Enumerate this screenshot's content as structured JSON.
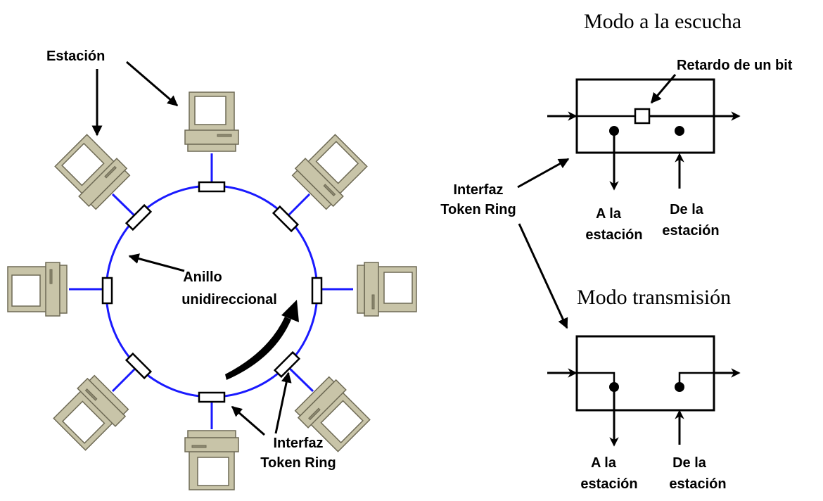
{
  "ring_diagram": {
    "station_label": "Estación",
    "ring_label_line1": "Anillo",
    "ring_label_line2": "unidireccional",
    "interface_label_line1": "Interfaz",
    "interface_label_line2": "Token Ring",
    "station_count": 8
  },
  "listen_mode": {
    "title": "Modo a la escucha",
    "delay_label": "Retardo de un bit",
    "to_station_line1": "A la",
    "to_station_line2": "estación",
    "from_station_line1": "De la",
    "from_station_line2": "estación"
  },
  "side_interface": {
    "line1": "Interfaz",
    "line2": "Token Ring"
  },
  "transmit_mode": {
    "title": "Modo transmisión",
    "to_station_line1": "A la",
    "to_station_line2": "estación",
    "from_station_line1": "De la",
    "from_station_line2": "estación"
  },
  "colors": {
    "ring": "#1a1aff",
    "computer": "#c8c4a8",
    "lines": "#000000"
  }
}
